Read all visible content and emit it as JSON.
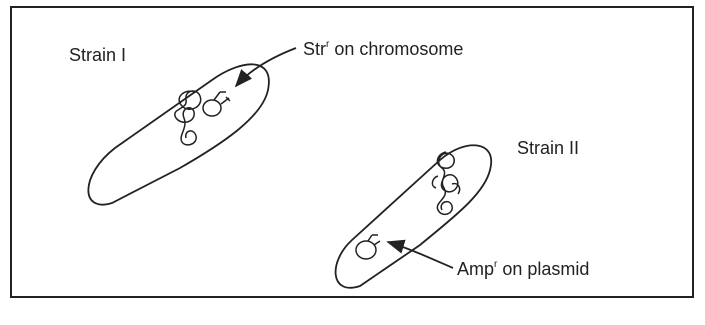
{
  "labels": {
    "strain_one": "Strain I",
    "strain_two": "Strain II",
    "str_gene": "Str",
    "str_sup": "r",
    "str_location": " on chromosome",
    "amp_gene": "Amp",
    "amp_sup": "r",
    "amp_location": " on plasmid"
  },
  "colors": {
    "line": "#222222",
    "background": "#ffffff"
  }
}
